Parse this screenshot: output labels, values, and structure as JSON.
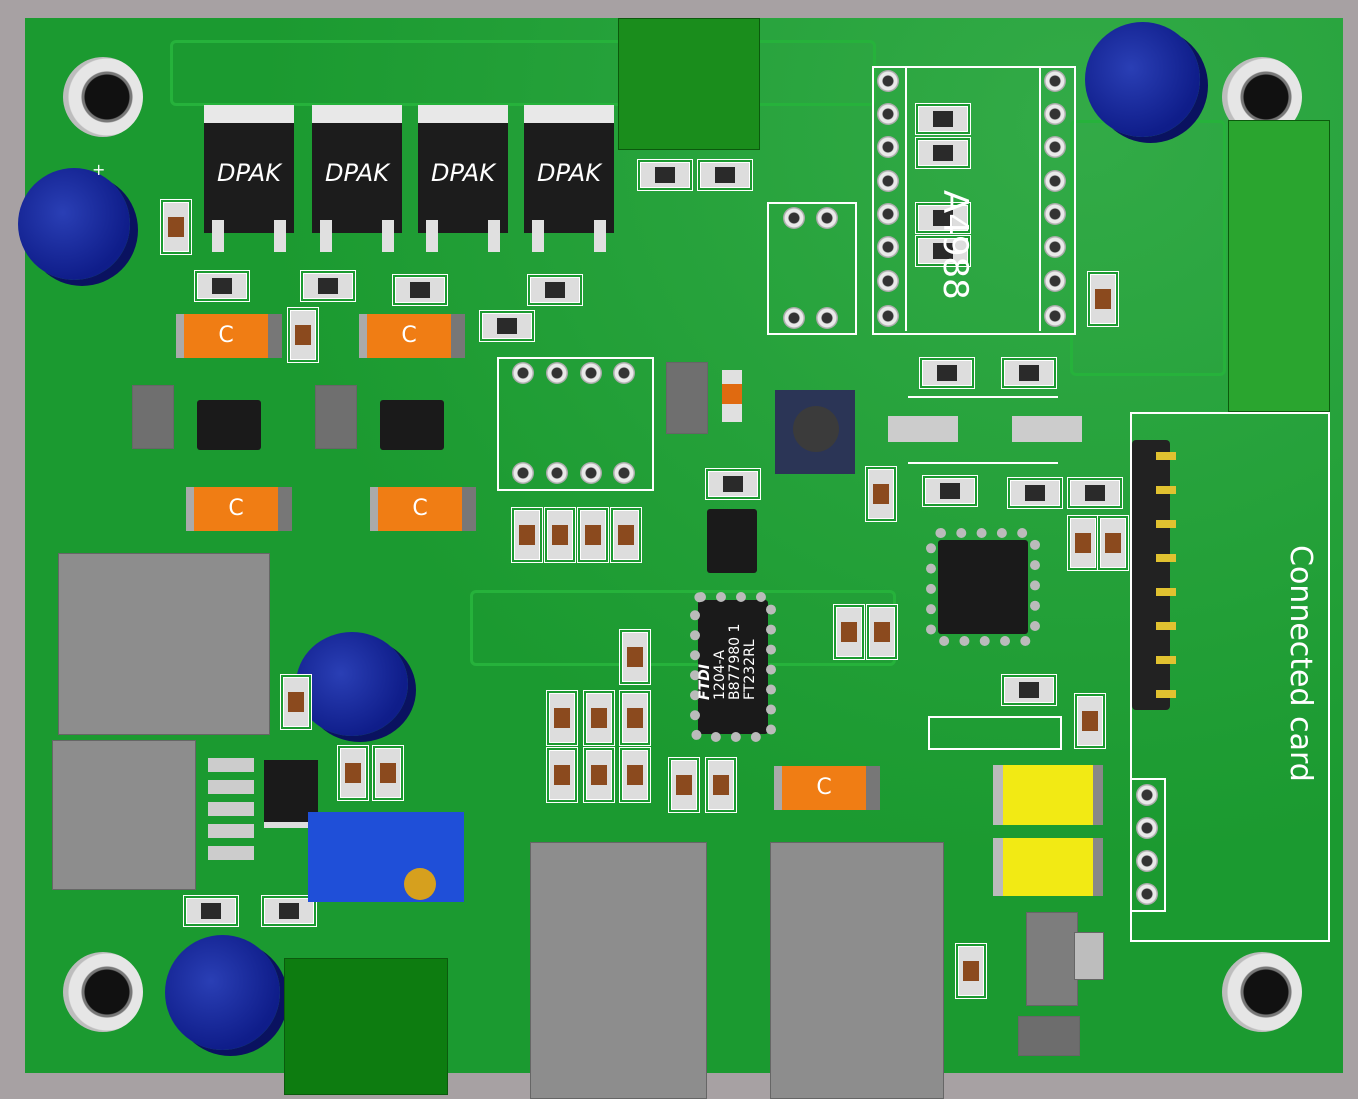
{
  "board": {
    "background": "#1b9a30",
    "mosfet_label": "DPAK",
    "mosfets": [
      "DPAK",
      "DPAK",
      "DPAK",
      "DPAK"
    ],
    "capacitor_label": "C",
    "capacitors": [
      "C",
      "C",
      "C",
      "C",
      "C"
    ],
    "driver_module": "A4988",
    "usb_chip": {
      "brand": "FTDI",
      "line1": "1204-A",
      "line2": "B877980 1",
      "line3": "FT232RL"
    },
    "connector_label": "Connected card",
    "plus_marker": "+"
  }
}
